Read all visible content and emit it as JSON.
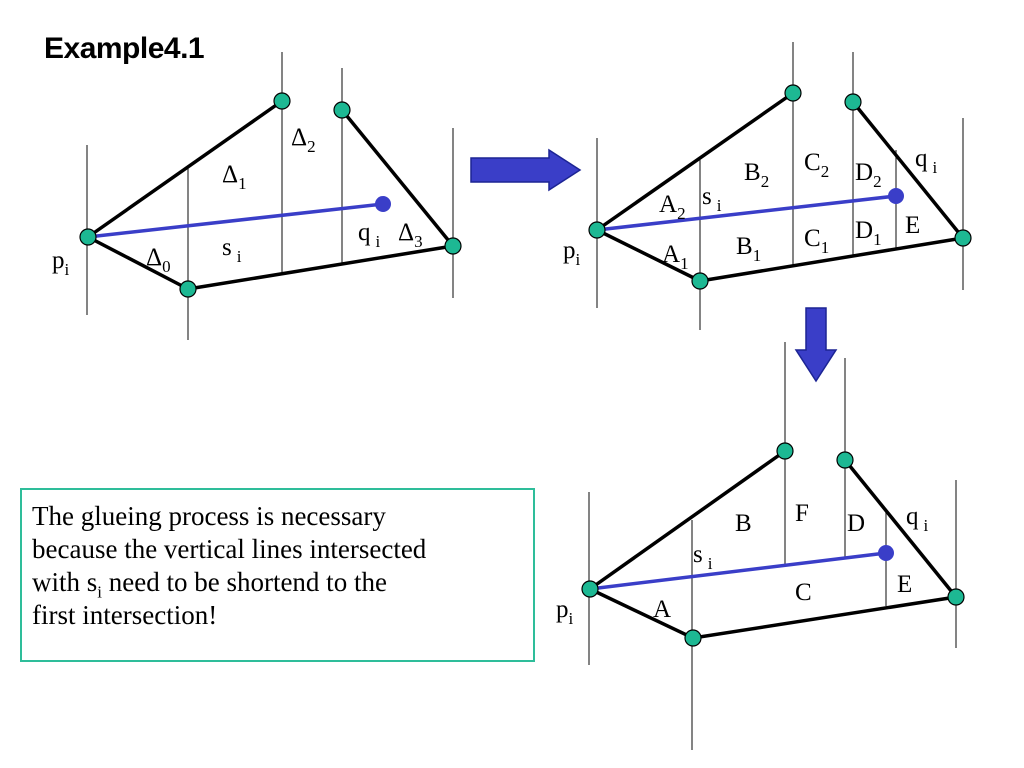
{
  "title": "Example4.1",
  "colors": {
    "vertex_fill": "#1db893",
    "segment": "#3a3ec8",
    "arrow_fill": "#3a3ec8",
    "arrow_stroke": "#1c2494",
    "note_border": "#2ebd9a",
    "edge": "#000000",
    "vertical_line": "#333333"
  },
  "icons": {
    "right_arrow": "right-arrow-icon",
    "down_arrow": "down-arrow-icon"
  },
  "diagram_top_left": {
    "p": {
      "base": "p",
      "sub": "i"
    },
    "labels": [
      {
        "id": "delta-1",
        "base": "Δ",
        "sub": "1"
      },
      {
        "id": "delta-2",
        "base": "Δ",
        "sub": "2"
      },
      {
        "id": "delta-0",
        "base": "Δ",
        "sub": "0"
      },
      {
        "id": "s-i",
        "base": "s",
        "sub": "i"
      },
      {
        "id": "q-i",
        "base": "q",
        "sub": "i"
      },
      {
        "id": "delta-3",
        "base": "Δ",
        "sub": "3"
      }
    ]
  },
  "diagram_top_right": {
    "p": {
      "base": "p",
      "sub": "i"
    },
    "labels": [
      {
        "id": "a-2",
        "base": "A",
        "sub": "2"
      },
      {
        "id": "s-i",
        "base": "s",
        "sub": "i"
      },
      {
        "id": "a-1",
        "base": "A",
        "sub": "1"
      },
      {
        "id": "b-2",
        "base": "B",
        "sub": "2"
      },
      {
        "id": "b-1",
        "base": "B",
        "sub": "1"
      },
      {
        "id": "c-2",
        "base": "C",
        "sub": "2"
      },
      {
        "id": "c-1",
        "base": "C",
        "sub": "1"
      },
      {
        "id": "d-2",
        "base": "D",
        "sub": "2"
      },
      {
        "id": "d-1",
        "base": "D",
        "sub": "1"
      },
      {
        "id": "e",
        "base": "E",
        "sub": ""
      },
      {
        "id": "q-i",
        "base": "q",
        "sub": "i"
      }
    ]
  },
  "diagram_bottom": {
    "p": {
      "base": "p",
      "sub": "i"
    },
    "labels": [
      {
        "id": "s-i",
        "base": "s",
        "sub": "i"
      },
      {
        "id": "a",
        "base": "A",
        "sub": ""
      },
      {
        "id": "b",
        "base": "B",
        "sub": ""
      },
      {
        "id": "f",
        "base": "F",
        "sub": ""
      },
      {
        "id": "c",
        "base": "C",
        "sub": ""
      },
      {
        "id": "d",
        "base": "D",
        "sub": ""
      },
      {
        "id": "e",
        "base": "E",
        "sub": ""
      },
      {
        "id": "q-i",
        "base": "q",
        "sub": "i"
      }
    ]
  },
  "note": {
    "line1": "The glueing process is necessary",
    "line2": "because the vertical lines intersected",
    "line3_before": "with s",
    "line3_sub": "i",
    "line3_after": " need to be shortend to the",
    "line4": "first intersection!"
  }
}
